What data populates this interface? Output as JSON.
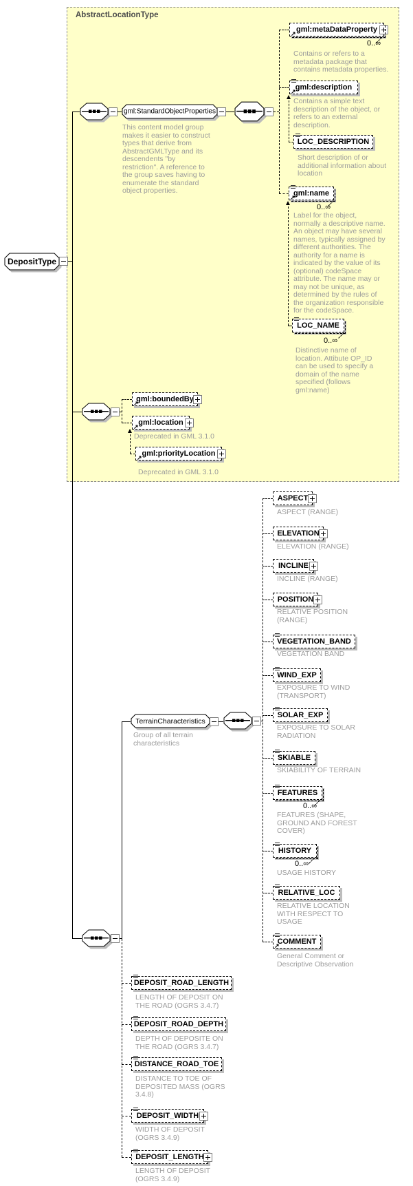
{
  "frame": {
    "title": "AbstractLocationType"
  },
  "n": {
    "deposit_type": {
      "label": "DepositType"
    },
    "standard_object_properties": {
      "label": "gml:StandardObjectProperties",
      "doc": "This content model group makes it easier to construct types that derive from AbstractGMLType and its descendents \"by restriction\". A reference to the group saves having to enumerate the standard object properties."
    },
    "terrain_characteristics": {
      "label": "TerrainCharacteristics",
      "doc": "Group of all terrain characteristics"
    },
    "meta_data_property": {
      "label": "gml:metaDataProperty",
      "occurs": "0..∞",
      "doc": "Contains or refers to a metadata package that contains metadata properties."
    },
    "description": {
      "label": "gml:description",
      "doc": "Contains a simple text description of the object, or refers to an external description."
    },
    "loc_description": {
      "label": "LOC_DESCRIPTION",
      "doc": "Short description of or additional information about location"
    },
    "name": {
      "label": "gml:name",
      "occurs": "0..∞",
      "doc": "Label for the object, normally a descriptive name. An object may have several names, typically assigned by different authorities.  The authority for a name is indicated by the value of its (optional) codeSpace attribute.  The name may or may not be unique, as determined by the rules of the organization responsible for the codeSpace."
    },
    "loc_name": {
      "label": "LOC_NAME",
      "occurs": "0..∞",
      "doc": "Distinctive name of location. Attibute OP_ID can be used to specify a domain of the name specified (follows gml:name)"
    },
    "bounded_by": {
      "label": "gml:boundedBy"
    },
    "location": {
      "label": "gml:location",
      "doc": "Deprecated in GML 3.1.0"
    },
    "priority_location": {
      "label": "gml:priorityLocation",
      "doc": "Deprecated in GML 3.1.0"
    },
    "aspect": {
      "label": "ASPECT",
      "doc": "ASPECT (RANGE)"
    },
    "elevation": {
      "label": "ELEVATION",
      "doc": "ELEVATION (RANGE)"
    },
    "incline": {
      "label": "INCLINE",
      "doc": "INCLINE (RANGE)"
    },
    "position": {
      "label": "POSITION",
      "doc": "RELATIVE POSITION (RANGE)"
    },
    "vegetation_band": {
      "label": "VEGETATION_BAND",
      "doc": "VEGETATION BAND"
    },
    "wind_exp": {
      "label": "WIND_EXP",
      "doc": "EXPOSURE TO WIND (TRANSPORT)"
    },
    "solar_exp": {
      "label": "SOLAR_EXP",
      "doc": "EXPOSURE TO SOLAR RADIATION"
    },
    "skiable": {
      "label": "SKIABLE",
      "doc": "SKIABILITY OF TERRAIN"
    },
    "features": {
      "label": "FEATURES",
      "occurs": "0..∞",
      "doc": "FEATURES (SHAPE, GROUND AND FOREST COVER)"
    },
    "history": {
      "label": "HISTORY",
      "occurs": "0..∞",
      "doc": "USAGE HISTORY"
    },
    "relative_loc": {
      "label": "RELATIVE_LOC",
      "doc": "RELATIVE LOCATION WITH RESPECT TO USAGE"
    },
    "comment": {
      "label": "COMMENT",
      "doc": "General Comment or Descriptive Observation"
    },
    "deposit_road_length": {
      "label": "DEPOSIT_ROAD_LENGTH",
      "doc": "LENGTH OF DEPOSIT ON THE ROAD (OGRS 3.4.7)"
    },
    "deposit_road_depth": {
      "label": "DEPOSIT_ROAD_DEPTH",
      "doc": "DEPTH OF DEPOSITE ON THE ROAD (OGRS 3.4.7)"
    },
    "distance_road_toe": {
      "label": "DISTANCE_ROAD_TOE",
      "doc": "DISTANCE TO TOE OF DEPOSITED MASS (OGRS 3.4.8)"
    },
    "deposit_width": {
      "label": "DEPOSIT_WIDTH",
      "doc": "WIDTH OF DEPOSIT (OGRS 3.4.9)"
    },
    "deposit_length": {
      "label": "DEPOSIT_LENGTH",
      "doc": "LENGTH OF DEPOSIT (OGRS 3.4.9)"
    }
  }
}
